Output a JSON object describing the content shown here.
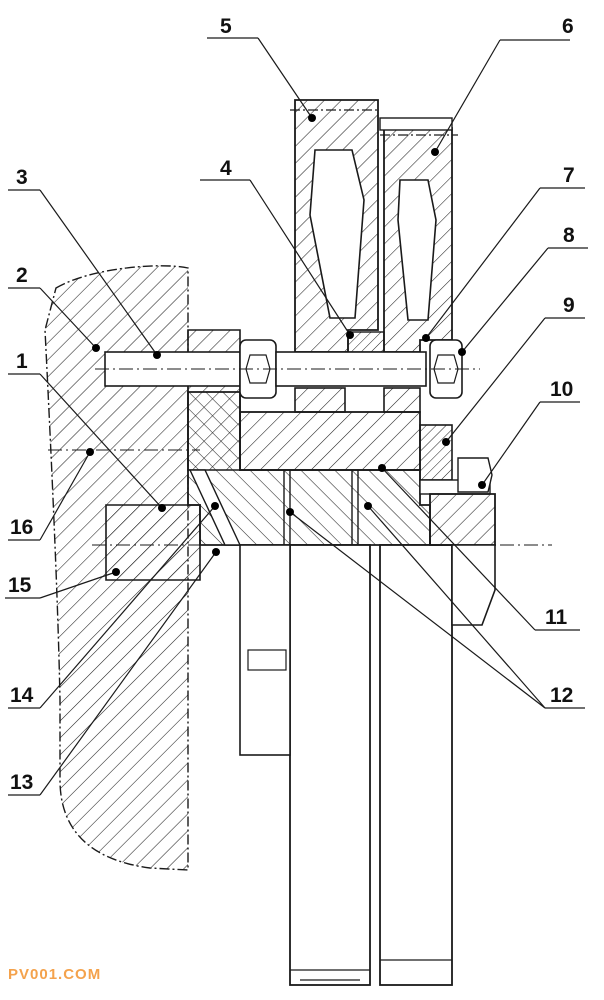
{
  "diagram": {
    "callouts": [
      "5",
      "6",
      "3",
      "4",
      "7",
      "2",
      "8",
      "9",
      "1",
      "10",
      "16",
      "11",
      "15",
      "14",
      "12",
      "13"
    ]
  },
  "watermark": "PV001.COM",
  "colors": {
    "line": "#1a1a1a",
    "dot": "#000000",
    "watermark": "#f4a24c"
  }
}
